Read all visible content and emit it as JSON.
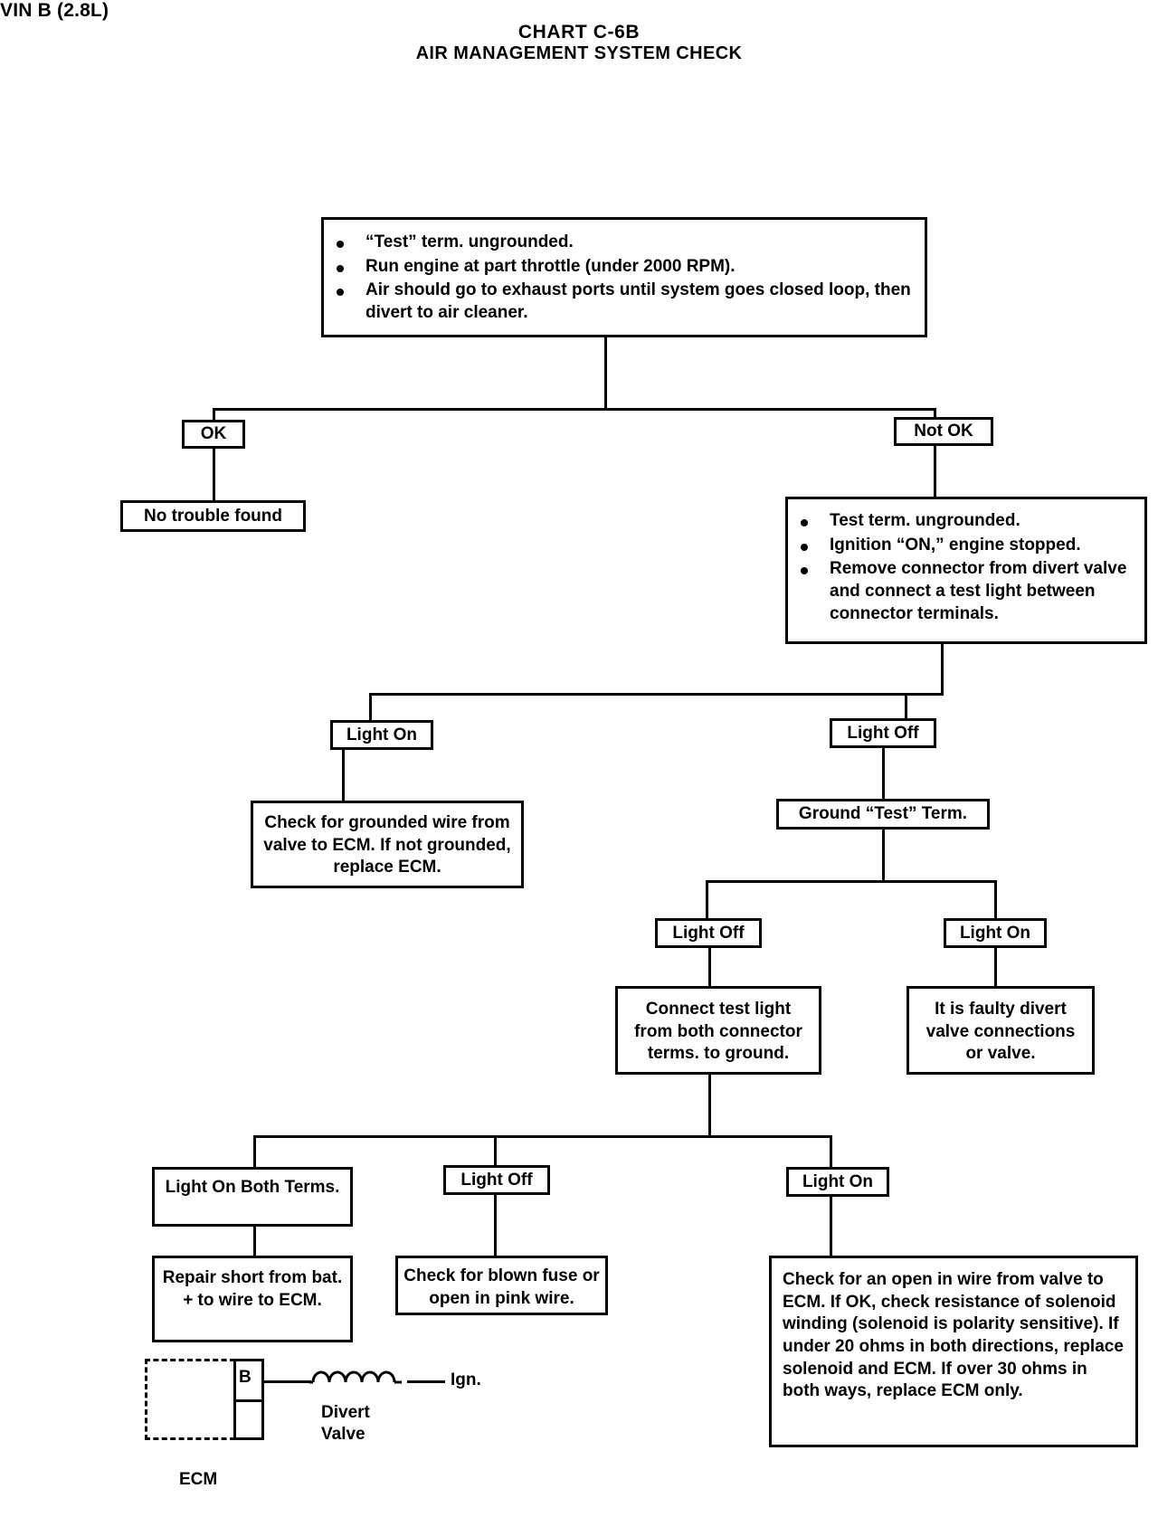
{
  "header": {
    "vin": "VIN B (2.8L)",
    "chart_id": "CHART C-6B",
    "chart_title": "AIR MANAGEMENT SYSTEM CHECK"
  },
  "nodes": {
    "step1": {
      "bullets": [
        "“Test” term. ungrounded.",
        "Run engine at part throttle (under 2000 RPM).",
        "Air should go to exhaust ports until system goes closed loop, then divert to air cleaner."
      ]
    },
    "ok": "OK",
    "not_ok": "Not OK",
    "no_trouble": "No trouble found",
    "step2": {
      "bullets": [
        "Test term. ungrounded.",
        "Ignition “ON,” engine stopped.",
        "Remove connector from divert valve and connect a test light between connector terminals."
      ]
    },
    "light_on_1": "Light On",
    "light_off_1": "Light Off",
    "check_grounded_wire": "Check for grounded wire from valve to ECM. If not grounded, replace ECM.",
    "ground_test_term": "Ground “Test” Term.",
    "light_off_2": "Light Off",
    "light_on_2": "Light On",
    "connect_test_light": "Connect test light from both connector terms. to ground.",
    "faulty_divert": "It is faulty divert valve connections or valve.",
    "light_on_both": "Light On Both Terms.",
    "light_off_3": "Light Off",
    "light_on_3": "Light On",
    "repair_short": "Repair short from bat. + to wire to ECM.",
    "check_blown_fuse": "Check for blown fuse or open in pink wire.",
    "check_open_wire": "Check for an open in wire from valve to ECM. If OK, check resistance of solenoid winding (solenoid is polarity sensitive). If under 20 ohms in both directions, replace solenoid and ECM. If over 30 ohms in both ways, replace ECM only."
  },
  "schematic": {
    "terminal_b": "B",
    "ecm": "ECM",
    "ign": "Ign.",
    "divert_valve_line1": "Divert",
    "divert_valve_line2": "Valve"
  }
}
